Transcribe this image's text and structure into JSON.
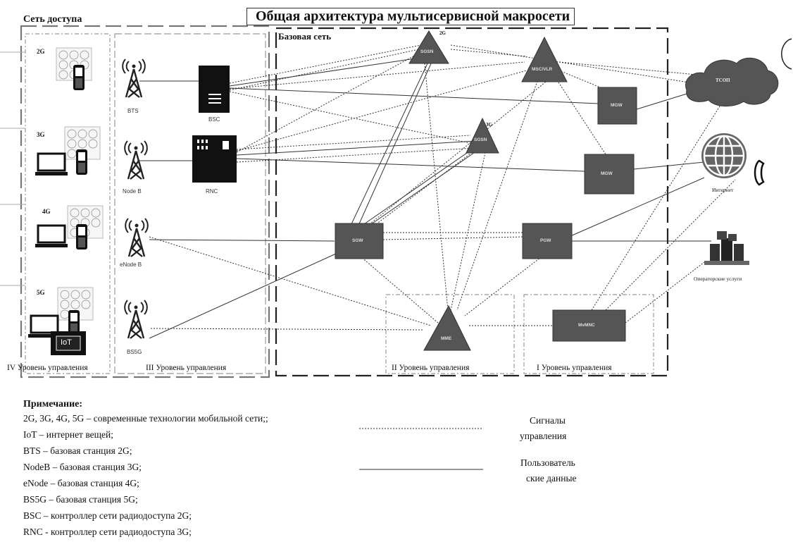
{
  "title": "Общая архитектура мультисервисной макросети",
  "access_network_title": "Сеть доступа",
  "core_network_title": "Базовая сеть",
  "generations": [
    "2G",
    "3G",
    "4G",
    "5G"
  ],
  "iot_label": "IoT",
  "base_stations": {
    "bts": "BTS",
    "nodeb": "Node B",
    "enodeb": "eNode B",
    "bs5g": "BS5G"
  },
  "controllers": {
    "bsc": "BSC",
    "rnc": "RNC"
  },
  "core_nodes": {
    "sgsn_2g": "SGSN",
    "sgsn_2g_gen": "2G",
    "sgsn_3g": "SGSN",
    "sgsn_3g_gen": "3G",
    "msc": "MSC/VLR",
    "mgw_1": "MGW",
    "mgw_2": "MGW",
    "sgw": "SGW",
    "pgw": "PGW",
    "mme": "MME",
    "mmnc": "MvMNC"
  },
  "external": {
    "pstn": "ТСОП",
    "internet": "Интернет",
    "operator_services": "Операторские услуги"
  },
  "levels": {
    "iv": "IV Уровень управления",
    "iii": "III Уровень управления",
    "ii": "II Уровень управления",
    "i": "I Уровень управления"
  },
  "notes": {
    "heading": "Примечание:",
    "lines": [
      "2G, 3G, 4G, 5G – современные технологии мобильной сети;;",
      "IoT – интернет вещей;",
      "BTS – базовая станция 2G;",
      "NodeB – базовая станция 3G;",
      "eNode – базовая станция 4G;",
      "BS5G – базовая станция 5G;",
      "BSC – контроллер сети радиодоступа 2G;",
      "RNC - контроллер сети радиодоступа 3G;"
    ]
  },
  "legend": {
    "control_line1": "Сигналы",
    "control_line2": "управления",
    "user_line1": "Пользователь",
    "user_line2": "ские данные"
  }
}
